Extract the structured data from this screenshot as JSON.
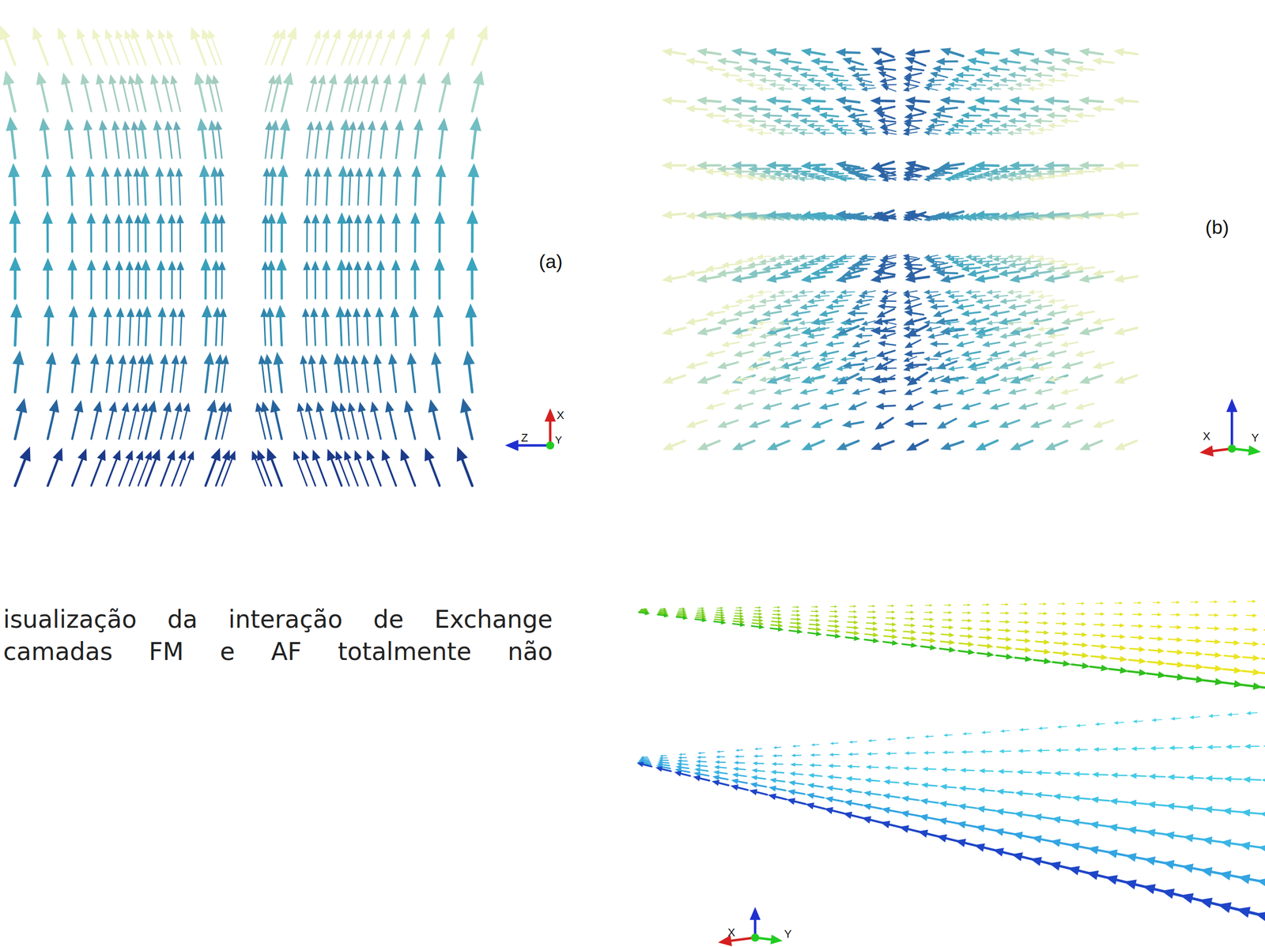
{
  "diagram": {
    "caption": "isualização da interação de Exchange camadas FM e AF totalmente não",
    "labels": [
      "(a)",
      "X",
      "Z",
      "Y",
      "(b)",
      "X",
      "Y",
      "X",
      "Y"
    ]
  }
}
